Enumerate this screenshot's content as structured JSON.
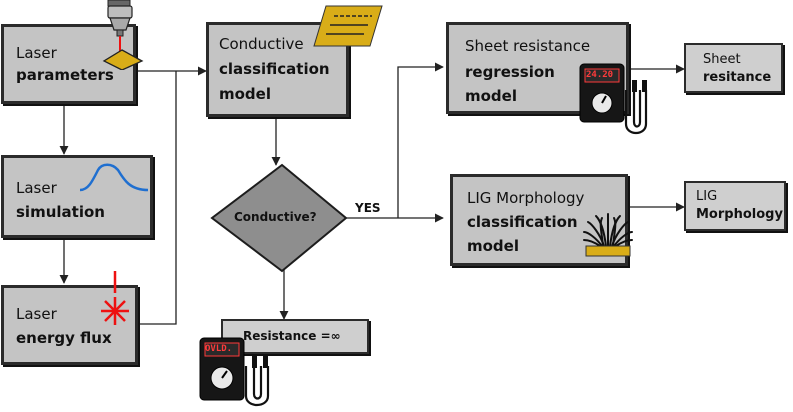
{
  "boxes": {
    "laser_parameters": {
      "line1": "Laser",
      "line2": "parameters"
    },
    "laser_simulation": {
      "line1": "Laser",
      "line2": "simulation"
    },
    "laser_energy_flux": {
      "line1": "Laser",
      "line2": "energy flux"
    },
    "conductive_model": {
      "line1": "Conductive",
      "line2": "classification",
      "line3": "model"
    },
    "sheet_model": {
      "line1": "Sheet resistance",
      "line2": "regression",
      "line3": "model"
    },
    "morph_model": {
      "line1": "LIG Morphology",
      "line2": "classification",
      "line3": "model"
    }
  },
  "outputs": {
    "sheet": {
      "line1": "Sheet",
      "line2": "resitance"
    },
    "morph": {
      "line1": "LIG",
      "line2": "Morphology"
    },
    "resistance": {
      "label": "Resistance =∞"
    }
  },
  "decision": {
    "label": "Conductive?",
    "yes": "YES"
  },
  "meters": {
    "sheet_reading": "24.20",
    "overload_reading": "OVLD."
  },
  "colors": {
    "box_fill": "#c4c4c4",
    "border": "#2b2b2b",
    "diamond": "#8e8e8e",
    "gold": "#d9ad18",
    "laser_red": "#ee1111",
    "curve_blue": "#1f6fd0"
  }
}
